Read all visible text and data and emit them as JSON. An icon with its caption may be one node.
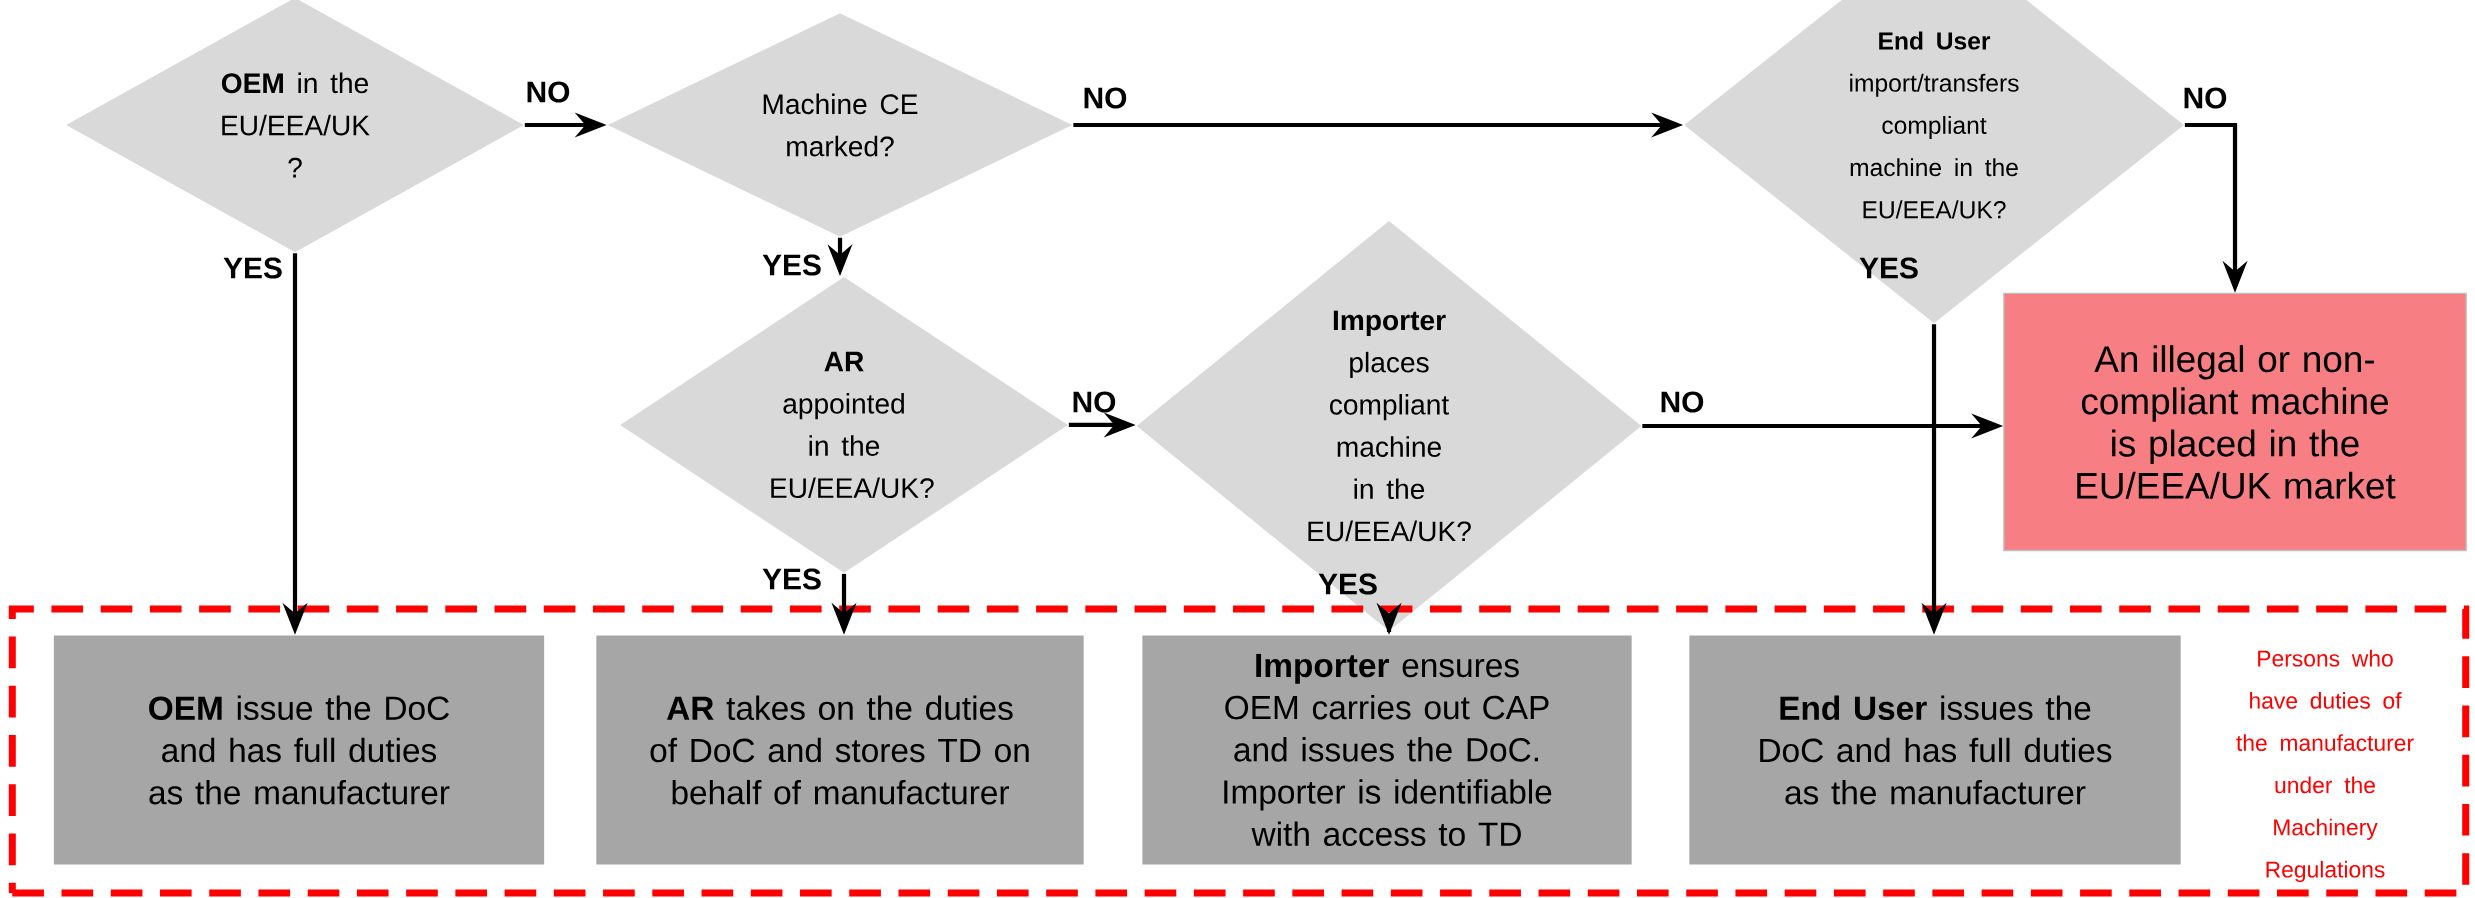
{
  "diagram": {
    "nodes": [
      {
        "text": [
          "**OEM** in the EU/EEA/UK ?"
        ]
      },
      {
        "text": [
          "Machine CE marked?"
        ]
      },
      {
        "text": [
          "**End User** import/transfers compliant machine in the EU/EEA/UK?"
        ]
      },
      {
        "text": [
          "**AR** appointed in the EU/EEA/UK?"
        ]
      },
      {
        "text": [
          "**Importer** places compliant machine in the EU/EEA/UK?"
        ]
      },
      {
        "text": [
          "An illegal or non-compliant machine is placed in the EU/EEA/UK market"
        ]
      },
      {
        "text": [
          "Persons who have duties of the manufacturer under the Machinery Regulations"
        ]
      },
      {
        "text": [
          "**OEM** issue the DoC and has full duties as the manufacturer"
        ],
        "in": 6
      },
      {
        "text": [
          "**AR** takes on the duties of DoC and stores TD on behalf of manufacturer"
        ],
        "in": 6
      },
      {
        "text": [
          "**Importer** ensures OEM carries out CAP and issues the DoC. Importer is identifiable with access to TD"
        ],
        "in": 6
      },
      {
        "text": [
          "**End User** issues the DoC and has full duties as the manufacturer"
        ],
        "in": 6
      }
    ],
    "edges": [
      {
        "from": 0,
        "to": 1,
        "arrow": "to",
        "label": "NO"
      },
      {
        "from": 1,
        "to": 2,
        "arrow": "to",
        "label": "NO"
      },
      {
        "from": 2,
        "to": 5,
        "arrow": "to",
        "label": "NO"
      },
      {
        "from": 0,
        "to": 7,
        "arrow": "to",
        "label": "YES"
      },
      {
        "from": 1,
        "to": 3,
        "arrow": "to",
        "label": "YES"
      },
      {
        "from": 3,
        "to": 4,
        "arrow": "to",
        "label": "NO"
      },
      {
        "from": 4,
        "to": 5,
        "arrow": "to",
        "label": "NO"
      },
      {
        "from": 3,
        "to": 8,
        "arrow": "to",
        "label": "YES"
      },
      {
        "from": 4,
        "to": 9,
        "arrow": "to",
        "label": "YES"
      },
      {
        "from": 2,
        "to": 10,
        "arrow": "to",
        "label": "YES"
      }
    ]
  }
}
